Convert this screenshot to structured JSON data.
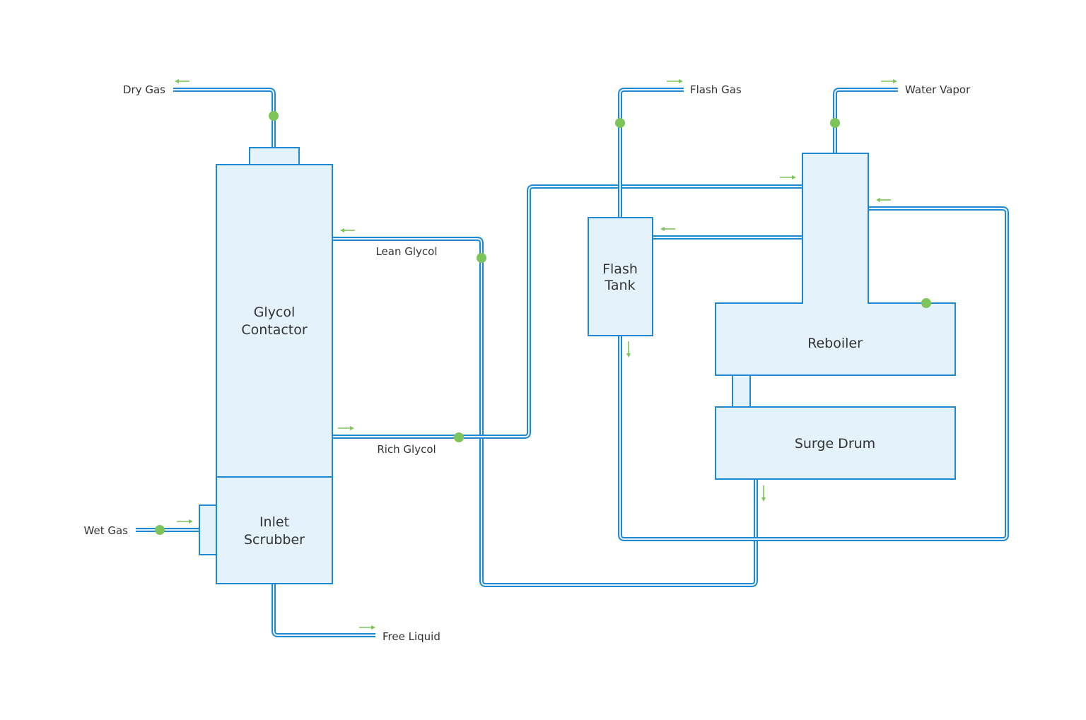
{
  "diagram": {
    "title": "Glycol Dehydration Process",
    "colors": {
      "pipe": "#1e88d4",
      "vessel_fill": "#e3f2fb",
      "valve": "#7dc45a",
      "arrow": "#7dc45a",
      "text": "#333333"
    },
    "vessels": {
      "contactor": {
        "line1": "Glycol",
        "line2": "Contactor"
      },
      "scrubber": {
        "line1": "Inlet",
        "line2": "Scrubber"
      },
      "flash_tank": {
        "line1": "Flash",
        "line2": "Tank"
      },
      "reboiler": {
        "label": "Reboiler"
      },
      "surge_drum": {
        "label": "Surge Drum"
      }
    },
    "streams": {
      "dry_gas": "Dry Gas",
      "wet_gas": "Wet Gas",
      "lean_glycol": "Lean Glycol",
      "rich_glycol": "Rich Glycol",
      "free_liquid": "Free Liquid",
      "flash_gas": "Flash Gas",
      "water_vapor": "Water Vapor"
    }
  }
}
